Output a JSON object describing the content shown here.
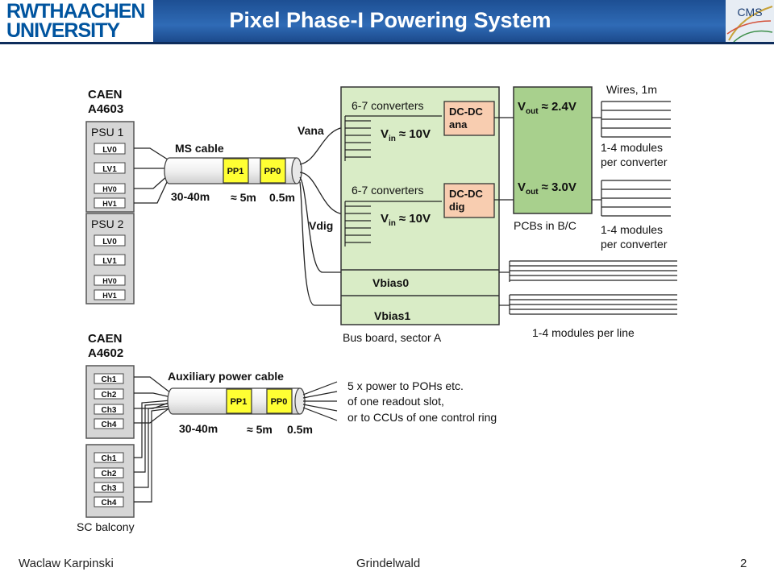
{
  "header": {
    "title": "Pixel Phase-I Powering System",
    "logo_line1": "RWTHAACHEN",
    "logo_line2": "UNIVERSITY",
    "cms_logo_text": "CMS"
  },
  "top_section": {
    "supply_name": "CAEN",
    "supply_model": "A4603",
    "psu1": {
      "label": "PSU 1",
      "channels": [
        "LV0",
        "LV1",
        "HV0",
        "HV1"
      ]
    },
    "psu2": {
      "label": "PSU 2",
      "channels": [
        "LV0",
        "LV1",
        "HV0",
        "HV1"
      ]
    },
    "cable_label": "MS cable",
    "length_main": "30-40m",
    "length_pp": "≈ 5m",
    "length_end": "0.5m",
    "pp1": "PP1",
    "pp0": "PP0",
    "vana": "Vana",
    "vdig": "Vdig",
    "converters_ana": "6-7 converters",
    "converters_dig": "6-7 converters",
    "vin_prefix": "V",
    "vin_sub": "in",
    "vin_value": "≈ 10V",
    "dcdc_ana_l1": "DC-DC",
    "dcdc_ana_l2": "ana",
    "dcdc_dig_l1": "DC-DC",
    "dcdc_dig_l2": "dig",
    "vout_prefix": "V",
    "vout_sub": "out",
    "vout_ana": "≈ 2.4V",
    "vout_dig": "≈ 3.0V",
    "pcbs": "PCBs in B/C",
    "wires": "Wires, 1m",
    "modules_1": "1-4 modules",
    "per_converter_1": "per converter",
    "modules_2": "1-4 modules",
    "per_converter_2": "per converter",
    "vbias0": "Vbias0",
    "vbias1": "Vbias1",
    "bus_board": "Bus board, sector A",
    "modules_per_line": "1-4 modules per line"
  },
  "bottom_section": {
    "supply_name": "CAEN",
    "supply_model": "A4602",
    "unit1_channels": [
      "Ch1",
      "Ch2",
      "Ch3",
      "Ch4"
    ],
    "unit2_channels": [
      "Ch1",
      "Ch2",
      "Ch3",
      "Ch4"
    ],
    "cable_label": "Auxiliary power cable",
    "length_main": "30-40m",
    "length_pp": "≈ 5m",
    "length_end": "0.5m",
    "pp1": "PP1",
    "pp0": "PP0",
    "note_line1": "5 x power to POHs etc.",
    "note_line2": "of one readout slot,",
    "note_line3": "or to CCUs of one control ring",
    "balcony": "SC balcony"
  },
  "footer": {
    "author": "Waclaw Karpinski",
    "venue": "Grindelwald",
    "page": "2"
  },
  "colors": {
    "header_blue": "#2f6bb6",
    "pp_yellow": "#ffff33",
    "dcdc_orange": "#f8cdb0",
    "bus_green": "#d9ecc6",
    "pcb_green": "#a8d08d"
  }
}
